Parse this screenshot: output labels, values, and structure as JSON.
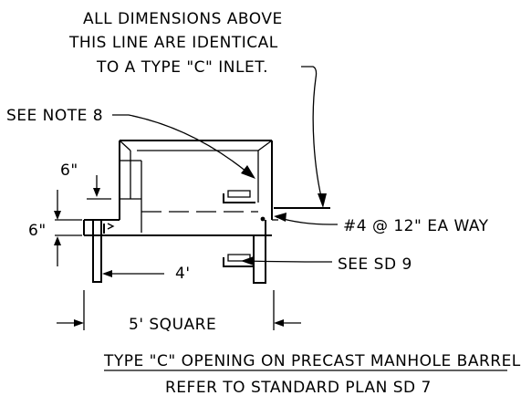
{
  "note_top": {
    "line1": "ALL DIMENSIONS ABOVE",
    "line2": "THIS LINE ARE IDENTICAL",
    "line3": "TO A TYPE \"C\" INLET."
  },
  "callouts": {
    "see_note": "SEE NOTE 8",
    "rebar": "#4 @ 12\" EA WAY",
    "see_sd": "SEE SD 9"
  },
  "dimensions": {
    "upper_six": "6\"",
    "lower_six": "6\"",
    "inner_width": "4'",
    "outer_width": "5' SQUARE"
  },
  "title": {
    "main": "TYPE \"C\" OPENING ON PRECAST MANHOLE BARREL",
    "sub": "REFER TO STANDARD PLAN SD 7"
  }
}
